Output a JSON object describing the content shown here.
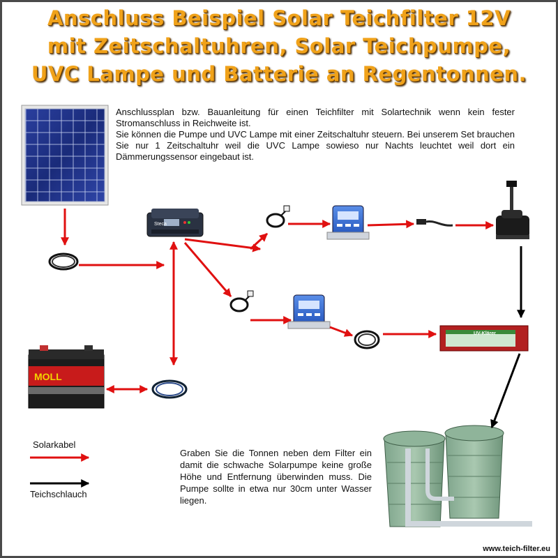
{
  "title": {
    "line1": "Anschluss Beispiel Solar Teichfilter 12V",
    "line2": "mit Zeitschaltuhren, Solar Teichpumpe,",
    "line3": "UVC Lampe und Batterie an Regentonnen."
  },
  "intro": {
    "line1": "Anschlussplan bzw. Bauanleitung für einen Teichfilter mit Solartechnik wenn kein fester Stromanschluss in Reichweite ist.",
    "line2": "Sie können die Pumpe und UVC Lampe mit einer Zeitschaltuhr steuern. Bei unserem Set brauchen Sie nur 1 Zeitschaltuhr weil die UVC Lampe sowieso nur Nachts leuchtet weil dort ein Dämmerungssensor eingebaut ist."
  },
  "tip": "Graben Sie die Tonnen neben dem Filter ein damit die schwache Solarpumpe keine große Höhe und Entfernung überwinden muss. Die Pumpe sollte in etwa nur 30cm unter Wasser liegen.",
  "legend": {
    "solar_cable": "Solarkabel",
    "pond_hose": "Teichschlauch"
  },
  "labels": {
    "battery_brand": "MOLL",
    "uvc_label": "UV-Klärer",
    "controller_brand": "Steca"
  },
  "website": "www.teich-filter.eu",
  "colors": {
    "title": "#f0a21a",
    "solar_cable_arrow": "#e01010",
    "hose_arrow": "#000000"
  }
}
